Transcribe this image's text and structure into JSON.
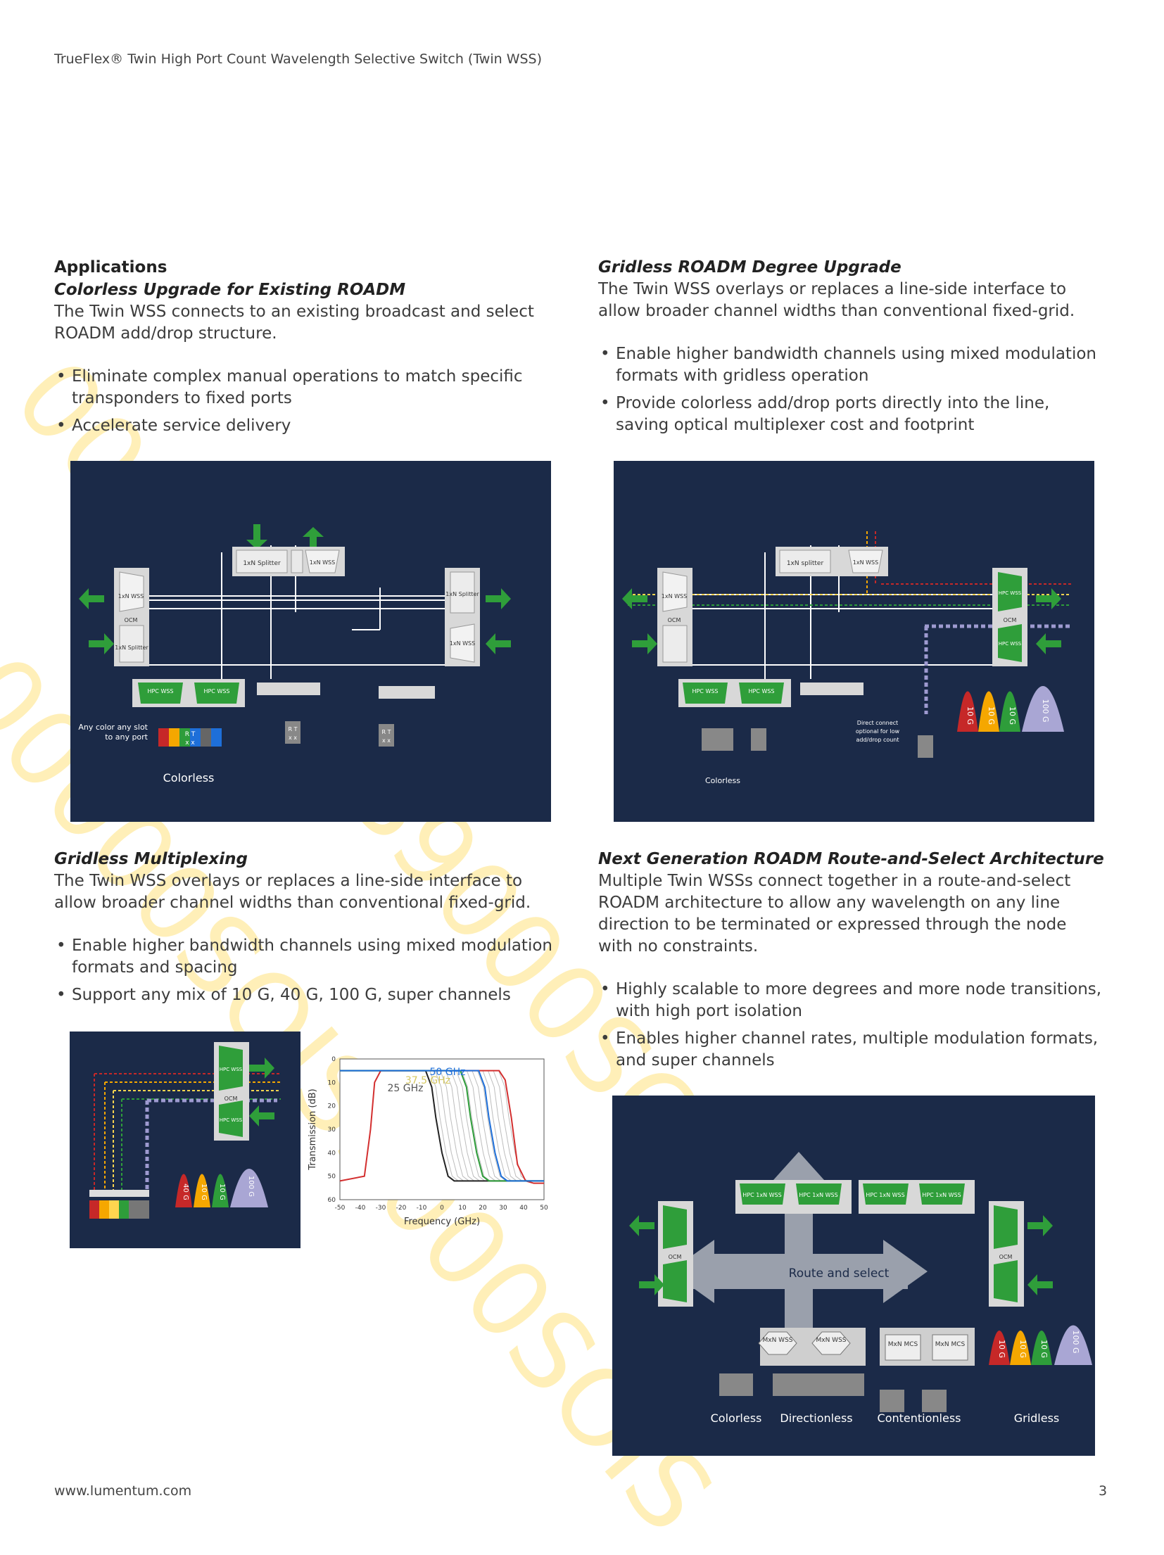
{
  "header": {
    "title": "TrueFlex® Twin High Port Count Wavelength Selective Switch (Twin WSS)"
  },
  "watermark": {
    "text": "00000SOIS9000SOIS"
  },
  "sections": {
    "colorless": {
      "heading": "Applications",
      "subheading": "Colorless Upgrade for Existing ROADM",
      "body": "The Twin WSS connects to an existing broadcast and select ROADM add/drop structure.",
      "bullets": [
        "Eliminate complex manual operations to match specific transponders to fixed ports",
        "Accelerate service delivery"
      ]
    },
    "gridless_degree": {
      "subheading": "Gridless ROADM Degree Upgrade",
      "body": "The Twin WSS overlays or replaces a line-side interface to allow broader channel widths than conventional fixed-grid.",
      "bullets": [
        "Enable higher bandwidth channels using mixed modulation formats with gridless operation",
        "Provide colorless add/drop ports directly into the line, saving optical multiplexer cost and footprint"
      ]
    },
    "gridless_mux": {
      "subheading": "Gridless Multiplexing",
      "body": "The Twin WSS overlays or replaces a line-side interface to allow broader channel widths than conventional fixed-grid.",
      "bullets": [
        "Enable higher bandwidth channels using mixed modulation formats and spacing",
        "Support any mix of 10 G, 40 G, 100 G, super channels"
      ]
    },
    "route_select": {
      "subheading": "Next Generation ROADM Route-and-Select Architecture",
      "body": "Multiple Twin WSSs connect together in a route-and-select ROADM architecture to allow any wavelength on any line direction to be terminated or expressed through the node with no constraints.",
      "bullets": [
        "Highly scalable to more degrees and more node transitions, with high port isolation",
        "Enables higher channel rates, multiple modulation formats, and super channels"
      ]
    }
  },
  "diagram1": {
    "splitter": "1xN Splitter",
    "wss": "1xN WSS",
    "ocm": "OCM",
    "hpc_wss": "HPC WSS",
    "rt": "R T",
    "x": "x x",
    "note_line1": "Any color any slot",
    "note_line2": "to any port",
    "caption": "Colorless"
  },
  "diagram2": {
    "splitter": "1xN splitter",
    "wss": "1xN WSS",
    "ocm": "OCM",
    "hpc_wss": "HPC WSS",
    "direct_line1": "Direct connect",
    "direct_line2": "optional for low",
    "direct_line3": "add/drop count",
    "caption": "Colorless",
    "rates": [
      "10 G",
      "10 G",
      "10 G",
      "100 G"
    ]
  },
  "diagram3": {
    "ocm": "OCM",
    "hpc_wss": "HPC WSS",
    "rates": [
      "40 G",
      "10 G",
      "10 G",
      "100 G"
    ]
  },
  "chart_data": {
    "type": "line",
    "xlabel": "Frequency (GHz)",
    "ylabel": "Transmission (dB)",
    "xlim": [
      -50,
      50
    ],
    "ylim": [
      0,
      60
    ],
    "y_inverted": true,
    "x_ticks": [
      -50,
      -40,
      -30,
      -20,
      -10,
      0,
      10,
      20,
      30,
      40,
      50
    ],
    "y_ticks": [
      0,
      10,
      20,
      30,
      40,
      50,
      60
    ],
    "annotations": [
      "25 GHz",
      "37.5 GHz",
      "50 GHz"
    ],
    "series": [
      {
        "color": "#d32f2f",
        "x": [
          -50,
          -38,
          -35,
          -33,
          -30,
          28,
          31,
          34,
          37,
          41,
          45,
          50
        ],
        "y": [
          52,
          50,
          30,
          10,
          5,
          5,
          9,
          25,
          45,
          52,
          53,
          53
        ]
      },
      {
        "color": "#222222",
        "x": [
          -50,
          -30,
          -8,
          -5,
          -3,
          0,
          3,
          6,
          50
        ],
        "y": [
          5,
          5,
          5,
          12,
          25,
          40,
          50,
          52,
          52
        ]
      },
      {
        "color": "#2e9d3a",
        "x": [
          -50,
          -30,
          9,
          12,
          14,
          17,
          20,
          23,
          50
        ],
        "y": [
          5,
          5,
          5,
          12,
          25,
          40,
          50,
          52,
          52
        ]
      },
      {
        "color": "#1e6fd9",
        "x": [
          -50,
          -30,
          18,
          21,
          23,
          26,
          29,
          32,
          50
        ],
        "y": [
          5,
          5,
          5,
          12,
          25,
          40,
          50,
          52,
          52
        ]
      }
    ]
  },
  "diagram5": {
    "hpc_1xn_wss": "HPC 1xN WSS",
    "ocm": "OCM",
    "route": "Route and select",
    "mxn_wss": "MxN WSS",
    "mxn_mcs": "MxN MCS",
    "labels": [
      "Colorless",
      "Directionless",
      "Contentionless",
      "Gridless"
    ],
    "rates": [
      "10 G",
      "10 G",
      "10 G",
      "100 G"
    ]
  },
  "footer": {
    "url": "www.lumentum.com",
    "page": "3"
  }
}
